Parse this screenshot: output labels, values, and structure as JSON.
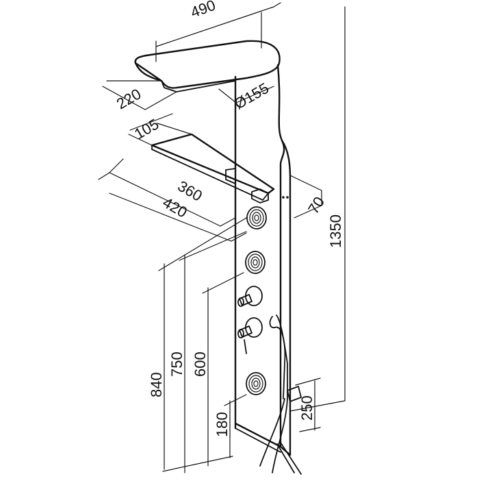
{
  "drawing": {
    "line_color": "#111111",
    "background": "#ffffff",
    "dimensions": {
      "top_width": "490",
      "head_depth": "220",
      "head_diameter": "Ø155",
      "shelf_depth": "105",
      "shelf_width": "360",
      "overall_depth": "420",
      "side_offset": "70",
      "total_height": "1350",
      "jet_top_height": "840",
      "jet_upper_height": "750",
      "mixer_height": "600",
      "jet_bottom_height": "180",
      "hose_height": "250"
    }
  }
}
